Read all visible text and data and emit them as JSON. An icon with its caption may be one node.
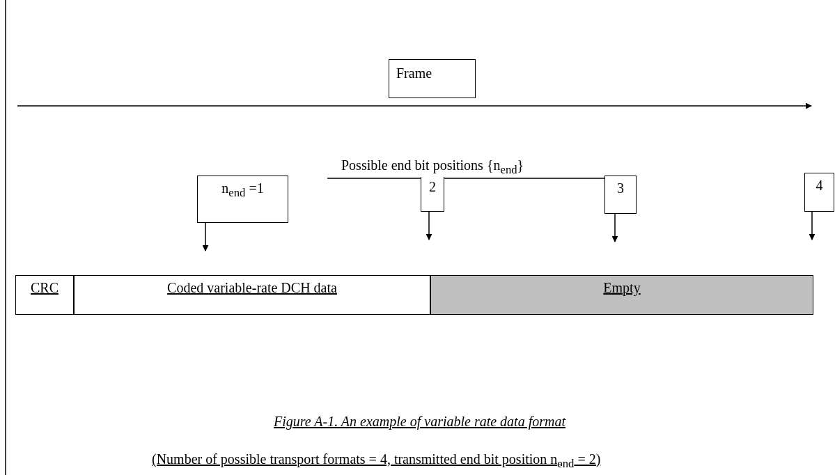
{
  "diagram": {
    "caption": "Figure A-1. An example of variable rate data format",
    "nodes": [
      {
        "text": [
          "Frame"
        ]
      },
      {
        "text": [
          "n$_{end}$ =1"
        ]
      },
      {
        "text": [
          "2"
        ]
      },
      {
        "text": [
          "3"
        ]
      },
      {
        "text": [
          "4"
        ]
      },
      {
        "text": [
          "CRC"
        ]
      },
      {
        "text": [
          "Coded variable-rate DCH data"
        ]
      },
      {
        "text": [
          "Empty"
        ]
      }
    ],
    "edges": [
      {
        "from": 1,
        "to": null,
        "arrow": "to"
      },
      {
        "from": 2,
        "to": null,
        "arrow": "to"
      },
      {
        "from": 3,
        "to": null,
        "arrow": "to"
      },
      {
        "from": 4,
        "to": null,
        "arrow": "to"
      }
    ],
    "labels": [
      "Possible end bit positions {n$_{end}$}",
      "(Number of possible transport formats = 4, transmitted end bit position n$_{end}$ = 2)"
    ]
  }
}
